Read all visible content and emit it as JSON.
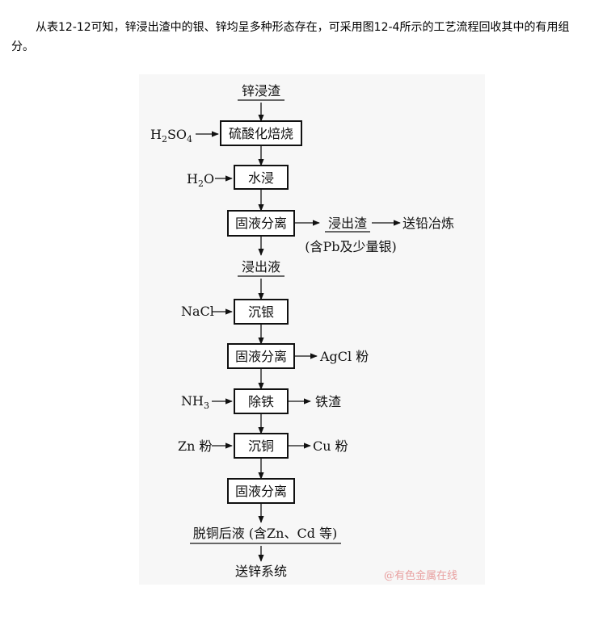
{
  "intro_text": "从表12-12可知，锌浸出渣中的银、锌均呈多种形态存在，可采用图12-4所示的工艺流程回收其中的有用组分。",
  "flow": {
    "start": "锌浸渣",
    "step1": "硫酸化焙烧",
    "h2so4_main": "H",
    "h2so4_sub1": "2",
    "h2so4_mid": "SO",
    "h2so4_sub2": "4",
    "step2": "水浸",
    "h2o_main": "H",
    "h2o_sub": "2",
    "h2o_end": "O",
    "step3": "固液分离",
    "residue": "浸出渣",
    "residue_note": "(含Pb及少量银)",
    "to_lead": "送铅冶炼",
    "leachate": "浸出液",
    "step4": "沉银",
    "nacl": "NaCl",
    "step5": "固液分离",
    "agcl": "AgCl 粉",
    "step6": "除铁",
    "nh3_main": "NH",
    "nh3_sub": "3",
    "iron_slag": "铁渣",
    "step7": "沉铜",
    "zn_powder": "Zn 粉",
    "cu_powder": "Cu 粉",
    "step8": "固液分离",
    "post_liquor": "脱铜后液 (含Zn、Cd 等)",
    "final": "送锌系统"
  },
  "watermark": "@有色金属在线"
}
